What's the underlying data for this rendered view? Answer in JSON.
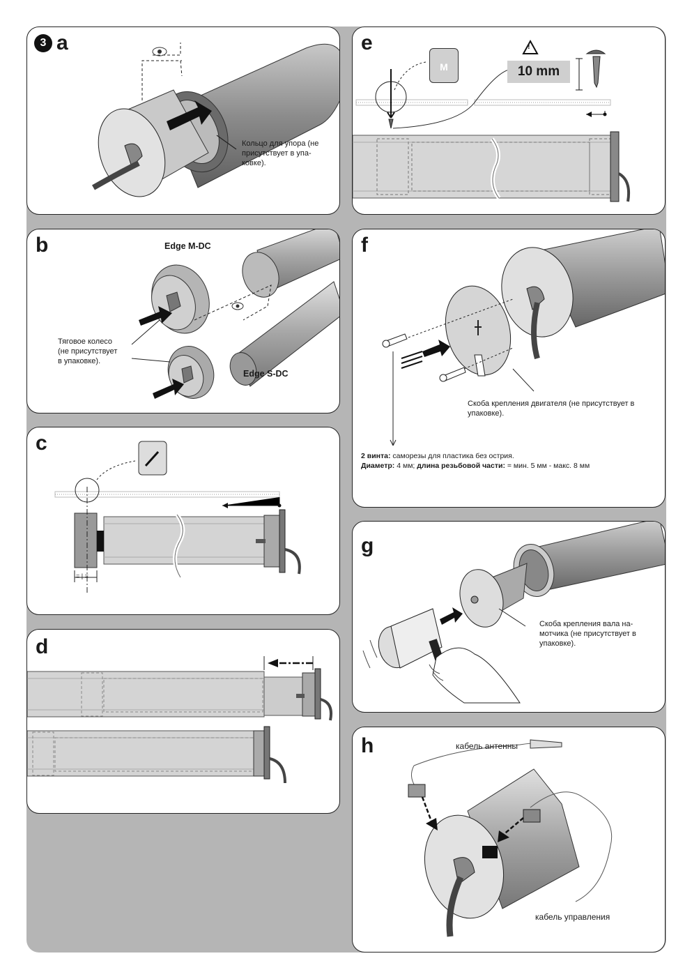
{
  "step_number": "3",
  "panels": {
    "a": {
      "label": "a",
      "note": [
        "Кольцо для упора (не",
        "присутствует в упа-",
        "ковке)."
      ]
    },
    "b": {
      "label": "b",
      "model_m": "Edge M-DC",
      "model_s": "Edge S-DC",
      "note": [
        "Тяговое колесо",
        "(не присутствует",
        "в упаковке)."
      ]
    },
    "c": {
      "label": "c",
      "dim": "= | ="
    },
    "d": {
      "label": "d"
    },
    "e": {
      "label": "e",
      "dimension": "10 mm",
      "weight": "M",
      "warning": "!"
    },
    "f": {
      "label": "f",
      "note": [
        "Скоба крепления двигателя (не присутствует в",
        "упаковке)."
      ],
      "screws_bold": "2 винта:",
      "screws_text": " саморезы для пластика без острия.",
      "diam_bold": "Диаметр:",
      "diam_text": " 4 мм; ",
      "len_bold": "длина резьбовой части:",
      "len_text": " = мин. 5 мм - макс. 8 мм"
    },
    "g": {
      "label": "g",
      "note": [
        "Скоба крепления вала на-",
        "мотчика (не присутствует в",
        "упаковке)."
      ]
    },
    "h": {
      "label": "h",
      "antenna": "кабель антенны",
      "control": "кабель управления"
    }
  }
}
